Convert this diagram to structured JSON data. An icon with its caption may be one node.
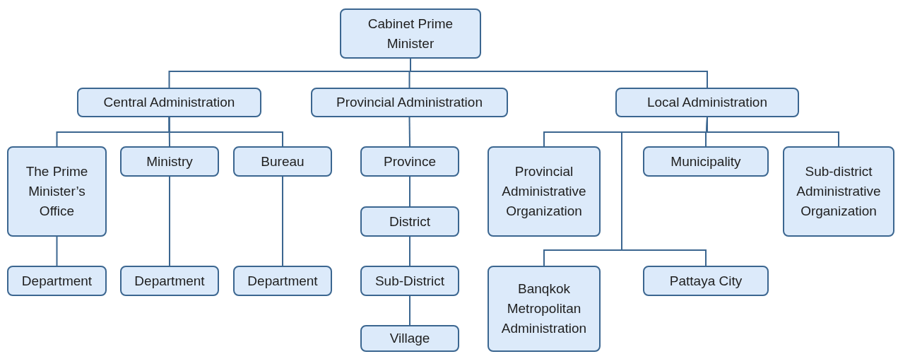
{
  "diagram": {
    "nodes": [
      {
        "text": [
          "Cabinet Prime Minister"
        ]
      },
      {
        "text": [
          "Central Administration"
        ]
      },
      {
        "text": [
          "Provincial Administration"
        ]
      },
      {
        "text": [
          "Local Administration"
        ]
      },
      {
        "text": [
          "The Prime Minister’s Office"
        ]
      },
      {
        "text": [
          "Ministry"
        ]
      },
      {
        "text": [
          "Bureau"
        ]
      },
      {
        "text": [
          "Department"
        ]
      },
      {
        "text": [
          "Department"
        ]
      },
      {
        "text": [
          "Department"
        ]
      },
      {
        "text": [
          "Province"
        ]
      },
      {
        "text": [
          "District"
        ]
      },
      {
        "text": [
          "Sub-District"
        ]
      },
      {
        "text": [
          "Village"
        ]
      },
      {
        "text": [
          "Provincial Administrative Organization"
        ]
      },
      {
        "text": [
          "Municipality"
        ]
      },
      {
        "text": [
          "Sub-district Administrative Organization"
        ]
      },
      {
        "text": [
          "Banqkok Metropolitan Administration"
        ]
      },
      {
        "text": [
          "Pattaya City"
        ]
      }
    ],
    "edges": [
      {
        "from": 0,
        "to": 1,
        "arrow": "none"
      },
      {
        "from": 0,
        "to": 2,
        "arrow": "none"
      },
      {
        "from": 0,
        "to": 3,
        "arrow": "none"
      },
      {
        "from": 1,
        "to": 4,
        "arrow": "none"
      },
      {
        "from": 1,
        "to": 5,
        "arrow": "none"
      },
      {
        "from": 1,
        "to": 6,
        "arrow": "none"
      },
      {
        "from": 4,
        "to": 7,
        "arrow": "none"
      },
      {
        "from": 5,
        "to": 8,
        "arrow": "none"
      },
      {
        "from": 6,
        "to": 9,
        "arrow": "none"
      },
      {
        "from": 2,
        "to": 10,
        "arrow": "none"
      },
      {
        "from": 10,
        "to": 11,
        "arrow": "none"
      },
      {
        "from": 11,
        "to": 12,
        "arrow": "none"
      },
      {
        "from": 12,
        "to": 13,
        "arrow": "none"
      },
      {
        "from": 3,
        "to": 14,
        "arrow": "none"
      },
      {
        "from": 3,
        "to": 15,
        "arrow": "none"
      },
      {
        "from": 3,
        "to": 16,
        "arrow": "none"
      },
      {
        "from": 3,
        "to": 17,
        "arrow": "none"
      },
      {
        "from": 3,
        "to": 18,
        "arrow": "none"
      }
    ]
  }
}
